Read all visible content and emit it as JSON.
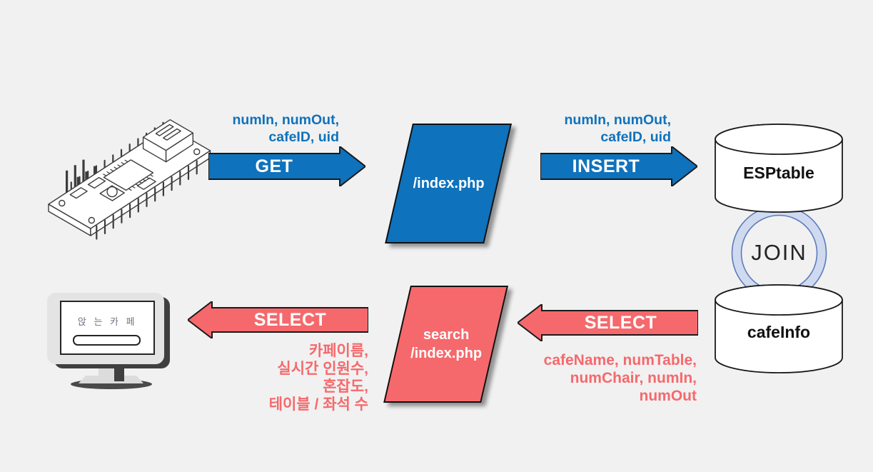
{
  "background": "#F1F1F1",
  "colors": {
    "blue": "#0F72BC",
    "red": "#F5696C",
    "arrow_outline": "#1A1A1A",
    "join_ring_fill": "#CFDAF0",
    "join_ring_stroke": "#5D7CB9"
  },
  "icons": {
    "device": "arduino-nano-board",
    "client": "desktop-monitor",
    "database": "database-cylinder",
    "join": "linked-ring"
  },
  "top_flow": {
    "get": {
      "params": "numIn, numOut,\ncafeID, uid",
      "label": "GET"
    },
    "server": {
      "label": "/index.php"
    },
    "insert": {
      "params": "numIn, numOut,\ncafeID, uid",
      "label": "INSERT"
    },
    "database": {
      "label": "ESPtable"
    }
  },
  "join": {
    "label": "JOIN"
  },
  "bottom_flow": {
    "database": {
      "label": "cafeInfo"
    },
    "select_from_db": {
      "label": "SELECT",
      "params": "cafeName, numTable,\nnumChair, numIn,\nnumOut"
    },
    "search_server": {
      "label": "search\n/index.php"
    },
    "select_to_client": {
      "label": "SELECT",
      "params": "카페이름,\n실시간 인원수,\n혼잡도,\n테이블 / 좌석 수"
    },
    "client": {
      "screen_title": "앉 는 카 페"
    }
  }
}
